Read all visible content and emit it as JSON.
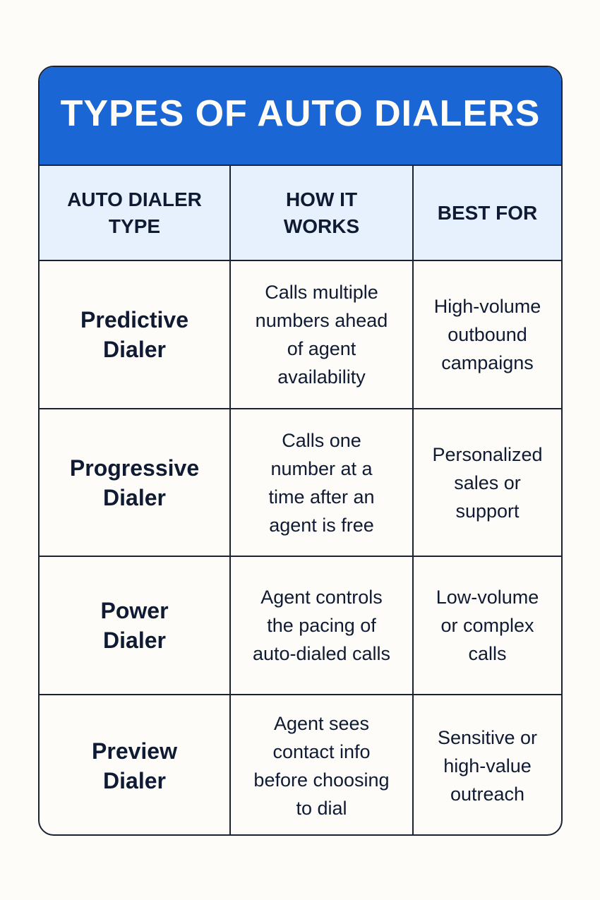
{
  "title": "TYPES OF AUTO DIALERS",
  "colors": {
    "title_band": "#1a66d4",
    "header_row": "#e6f1fd",
    "text": "#0f1a33",
    "background": "#fdfcf8"
  },
  "columns": [
    {
      "lines": [
        "AUTO DIALER",
        "TYPE"
      ]
    },
    {
      "lines": [
        "HOW IT",
        "WORKS"
      ]
    },
    {
      "lines": [
        "BEST FOR"
      ]
    }
  ],
  "rows": [
    {
      "type": [
        "Predictive",
        "Dialer"
      ],
      "how": [
        "Calls multiple",
        "numbers ahead",
        "of agent",
        "availability"
      ],
      "best": [
        "High-volume",
        "outbound",
        "campaigns"
      ]
    },
    {
      "type": [
        "Progressive",
        "Dialer"
      ],
      "how": [
        "Calls one",
        "number at a",
        "time after an",
        "agent is free"
      ],
      "best": [
        "Personalized",
        "sales or",
        "support"
      ]
    },
    {
      "type": [
        "Power",
        "Dialer"
      ],
      "how": [
        "Agent controls",
        "the pacing of",
        "auto-dialed calls"
      ],
      "best": [
        "Low-volume",
        "or complex",
        "calls"
      ]
    },
    {
      "type": [
        "Preview",
        "Dialer"
      ],
      "how": [
        "Agent sees",
        "contact info",
        "before choosing",
        "to dial"
      ],
      "best": [
        "Sensitive or",
        "high-value",
        "outreach"
      ]
    }
  ]
}
